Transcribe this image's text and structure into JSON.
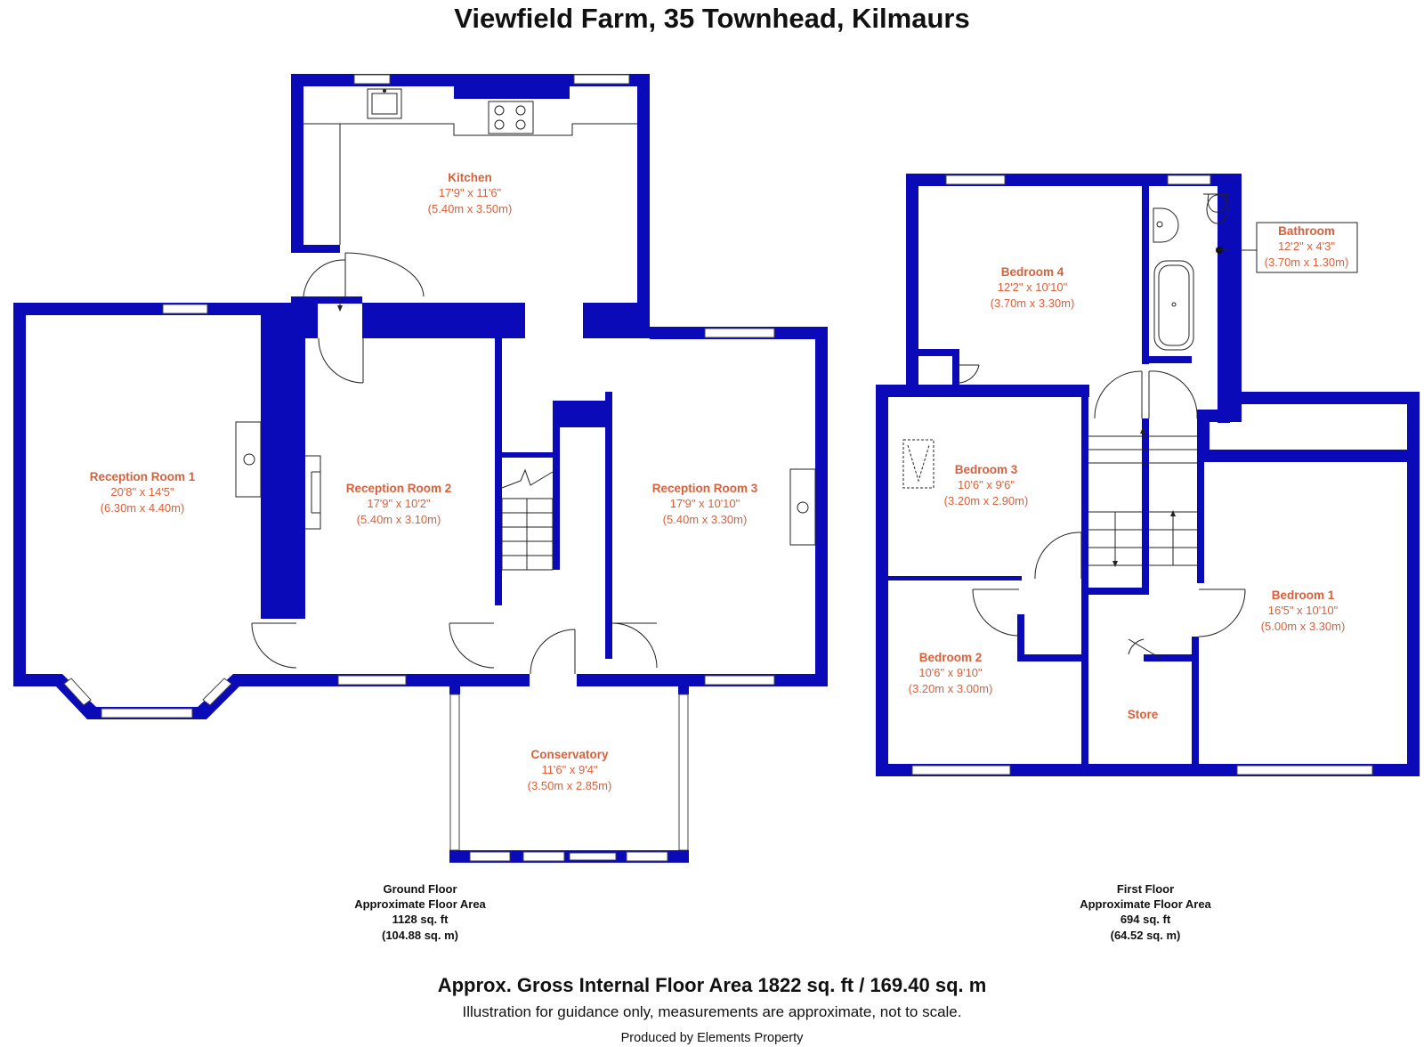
{
  "title": "Viewfield Farm, 35 Townhead, Kilmaurs",
  "rooms": {
    "kitchen": {
      "name": "Kitchen",
      "imperial": "17'9\" x 11'6\"",
      "metric": "(5.40m x 3.50m)"
    },
    "reception1": {
      "name": "Reception Room 1",
      "imperial": "20'8\" x 14'5\"",
      "metric": "(6.30m x 4.40m)"
    },
    "reception2": {
      "name": "Reception Room 2",
      "imperial": "17'9\" x 10'2\"",
      "metric": "(5.40m x 3.10m)"
    },
    "reception3": {
      "name": "Reception Room 3",
      "imperial": "17'9\" x 10'10\"",
      "metric": "(5.40m x 3.30m)"
    },
    "conservatory": {
      "name": "Conservatory",
      "imperial": "11'6\" x 9'4\"",
      "metric": "(3.50m x 2.85m)"
    },
    "bedroom4": {
      "name": "Bedroom 4",
      "imperial": "12'2\" x 10'10\"",
      "metric": "(3.70m x 3.30m)"
    },
    "bathroom": {
      "name": "Bathroom",
      "imperial": "12'2\" x 4'3\"",
      "metric": "(3.70m x 1.30m)"
    },
    "bedroom3": {
      "name": "Bedroom 3",
      "imperial": "10'6\" x 9'6\"",
      "metric": "(3.20m x 2.90m)"
    },
    "bedroom2": {
      "name": "Bedroom 2",
      "imperial": "10'6\" x 9'10\"",
      "metric": "(3.20m x 3.00m)"
    },
    "bedroom1": {
      "name": "Bedroom 1",
      "imperial": "16'5\" x 10'10\"",
      "metric": "(5.00m x 3.30m)"
    },
    "store": {
      "name": "Store"
    }
  },
  "floors": {
    "ground": {
      "name": "Ground Floor",
      "label": "Approximate Floor Area",
      "sqft": "1128 sq. ft",
      "sqm": "(104.88 sq. m)"
    },
    "first": {
      "name": "First Floor",
      "label": "Approximate Floor Area",
      "sqft": "694 sq. ft",
      "sqm": "(64.52 sq. m)"
    }
  },
  "footer": {
    "gross": "Approx. Gross Internal Floor Area 1822 sq. ft / 169.40 sq. m",
    "disclaimer": "Illustration for guidance only, measurements are approximate, not to scale.",
    "producer": "Produced by Elements Property"
  },
  "colors": {
    "wall": "#0a0ab8",
    "room_text": "#d9603a",
    "text": "#111111"
  }
}
